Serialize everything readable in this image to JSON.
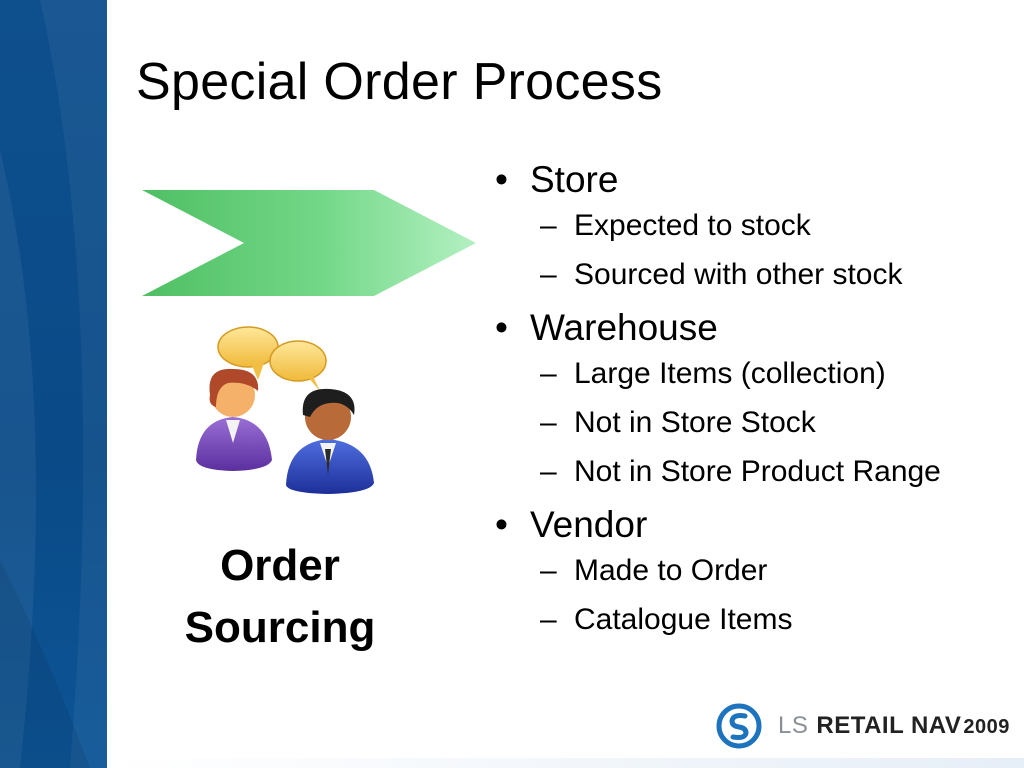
{
  "slide": {
    "title": "Special Order Process",
    "caption": {
      "line1": "Order",
      "line2": "Sourcing"
    }
  },
  "bullets": [
    {
      "label": "Store",
      "items": [
        "Expected to stock",
        "Sourced with other stock"
      ]
    },
    {
      "label": "Warehouse",
      "items": [
        "Large Items (collection)",
        "Not in Store Stock",
        "Not in Store Product Range"
      ]
    },
    {
      "label": "Vendor",
      "items": [
        "Made to Order",
        "Catalogue Items"
      ]
    }
  ],
  "glyphs": {
    "bullet": "•",
    "dash": "–"
  },
  "logo": {
    "ls": "LS",
    "name": "RETAIL NAV",
    "year": "2009"
  },
  "icons": [
    "chevron-arrow-icon",
    "two-people-chat-icon",
    "speech-bubble-icon",
    "ls-logo-icon"
  ],
  "colors": {
    "sidebar": "#0a4a87",
    "arrow_dark": "#55c46a",
    "arrow_light": "#a9ecb8",
    "logo_blue": "#1e73be"
  }
}
